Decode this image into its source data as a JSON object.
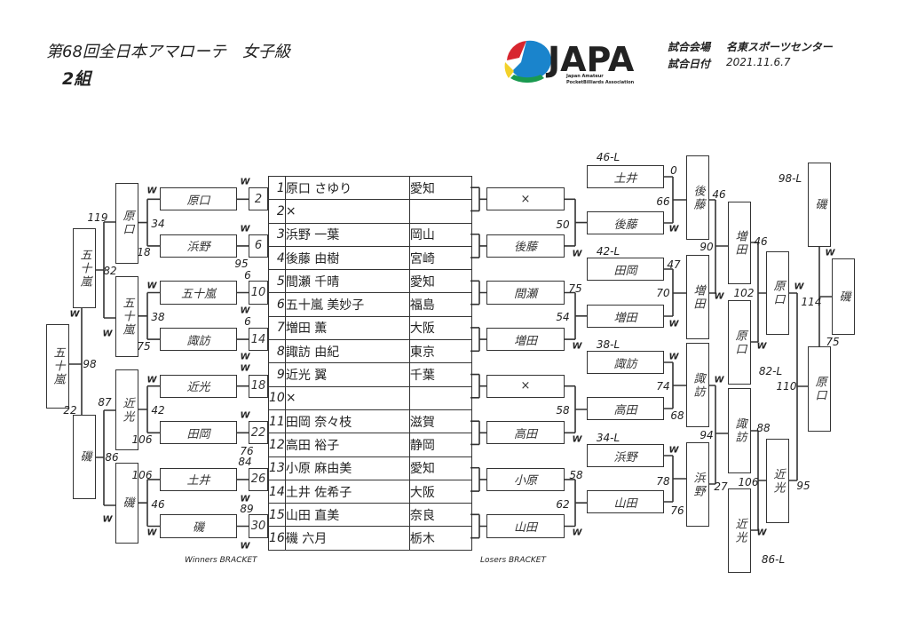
{
  "header": {
    "title": "第68回全日本アマローテ　女子級",
    "group": "2組",
    "venue_label": "試合会場",
    "venue": "名東スポーツセンター",
    "date_label": "試合日付",
    "date": "2021.11.6.7"
  },
  "logo": {
    "text": "JAPA",
    "sub1": "Japan Amateur",
    "sub2": "PocketBilliards Association"
  },
  "players": [
    {
      "no": "1",
      "name": "原口 さゆり",
      "pref": "愛知"
    },
    {
      "no": "2",
      "name": "×",
      "pref": ""
    },
    {
      "no": "3",
      "name": "浜野 一葉",
      "pref": "岡山"
    },
    {
      "no": "4",
      "name": "後藤 由樹",
      "pref": "宮崎"
    },
    {
      "no": "5",
      "name": "間瀬 千晴",
      "pref": "愛知"
    },
    {
      "no": "6",
      "name": "五十嵐 美妙子",
      "pref": "福島"
    },
    {
      "no": "7",
      "name": "増田 薫",
      "pref": "大阪"
    },
    {
      "no": "8",
      "name": "諏訪 由紀",
      "pref": "東京"
    },
    {
      "no": "9",
      "name": "近光 翼",
      "pref": "千葉"
    },
    {
      "no": "10",
      "name": "×",
      "pref": ""
    },
    {
      "no": "11",
      "name": "田岡 奈々枝",
      "pref": "滋賀"
    },
    {
      "no": "12",
      "name": "高田 裕子",
      "pref": "静岡"
    },
    {
      "no": "13",
      "name": "小原 麻由美",
      "pref": "愛知"
    },
    {
      "no": "14",
      "name": "土井 佐希子",
      "pref": "大阪"
    },
    {
      "no": "15",
      "name": "山田 直美",
      "pref": "奈良"
    },
    {
      "no": "16",
      "name": "磯 六月",
      "pref": "栃木"
    }
  ],
  "winners": {
    "label": "Winners BRACKET",
    "match_numbers": [
      "2",
      "6",
      "10",
      "14",
      "18",
      "22",
      "26",
      "30"
    ],
    "round2": [
      "原口",
      "浜野",
      "五十嵐",
      "諏訪",
      "近光",
      "田岡",
      "土井",
      "磯"
    ],
    "round3": [
      "原口",
      "五十嵐",
      "近光",
      "磯"
    ],
    "round4": [
      "五十嵐",
      "磯"
    ],
    "final": [
      "五十嵐"
    ],
    "marks": [
      "W",
      "W",
      "95",
      "6",
      "W",
      "6",
      "W",
      "W",
      "W",
      "76",
      "84",
      "W",
      "89",
      "W",
      "W",
      "34",
      "18",
      "W",
      "38",
      "75",
      "W",
      "42",
      "106",
      "106",
      "46",
      "W",
      "119",
      "82",
      "W",
      "87",
      "86",
      "W",
      "W",
      "98",
      "22"
    ]
  },
  "losers": {
    "label": "Losers BRACKET",
    "round1": [
      "×",
      "後藤",
      "間瀬",
      "増田",
      "×",
      "高田",
      "小原",
      "山田"
    ],
    "round2": [
      "土井",
      "後藤",
      "田岡",
      "増田",
      "諏訪",
      "高田",
      "浜野",
      "山田"
    ],
    "round3": [
      "後藤",
      "増田",
      "諏訪",
      "浜野"
    ],
    "round4": [
      "増田",
      "諏訪"
    ],
    "dropins": [
      "原口",
      "近光"
    ],
    "round5": [
      "原口",
      "近光"
    ],
    "round6": [
      "原口"
    ],
    "final_top": "磯",
    "champion": "磯",
    "drop_labels": [
      "46-L",
      "42-L",
      "38-L",
      "34-L",
      "98-L",
      "82-L",
      "86-L"
    ],
    "marks": [
      "50",
      "W",
      "75",
      "54",
      "W",
      "58",
      "W",
      "58",
      "62",
      "W",
      "0",
      "66",
      "W",
      "47",
      "70",
      "W",
      "W",
      "74",
      "68",
      "W",
      "78",
      "76",
      "46",
      "90",
      "W",
      "W",
      "94",
      "27",
      "46",
      "102",
      "W",
      "88",
      "106",
      "W",
      "W",
      "110",
      "95",
      "W",
      "114",
      "75"
    ]
  }
}
